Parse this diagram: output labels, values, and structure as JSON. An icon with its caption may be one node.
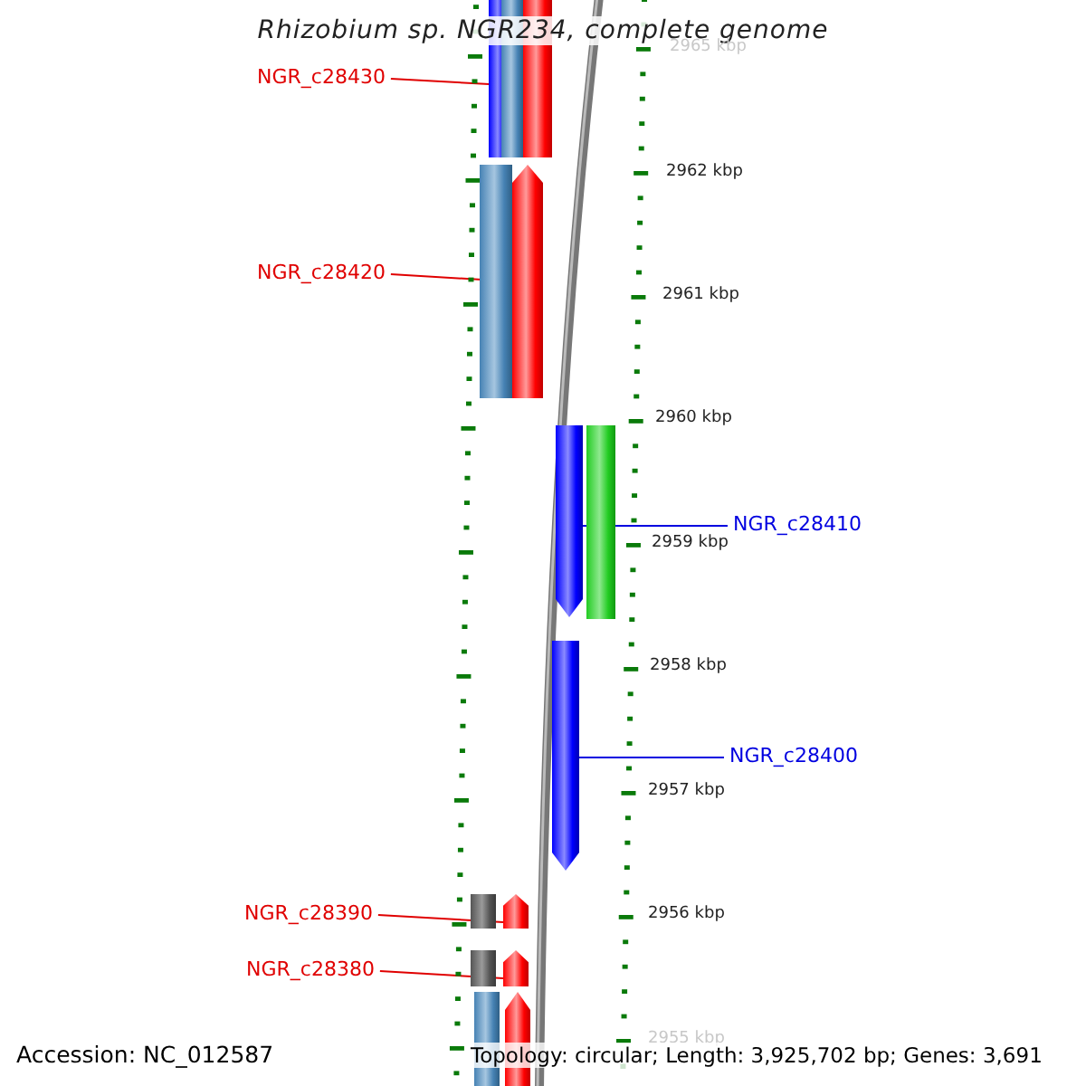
{
  "diagram": {
    "title": "Rhizobium sp. NGR234, complete genome",
    "nodes": [
      {
        "text": [
          "NGR_c28430"
        ]
      },
      {
        "text": [],
        "shape": "bar"
      },
      {
        "text": [
          "NGR_c28420"
        ]
      },
      {
        "text": [],
        "shape": "bar"
      },
      {
        "text": [
          "NGR_c28410"
        ]
      },
      {
        "text": [],
        "shape": "bar"
      },
      {
        "text": [
          "NGR_c28400"
        ]
      },
      {
        "text": [],
        "shape": "bar"
      },
      {
        "text": [
          "NGR_c28390"
        ]
      },
      {
        "text": [],
        "shape": "bar"
      },
      {
        "text": [
          "NGR_c28380"
        ]
      },
      {
        "text": [],
        "shape": "bar"
      }
    ],
    "edges": [
      {
        "from": 0,
        "to": 1,
        "arrow": "none"
      },
      {
        "from": 2,
        "to": 3,
        "arrow": "none"
      },
      {
        "from": 4,
        "to": 5,
        "arrow": "none",
        "color": "#0000e0"
      },
      {
        "from": 6,
        "to": 7,
        "arrow": "none",
        "color": "#0000e0"
      },
      {
        "from": 8,
        "to": 9,
        "arrow": "none"
      },
      {
        "from": 10,
        "to": 11,
        "arrow": "none"
      }
    ],
    "labels": [
      "2965 kbp",
      "2962 kbp",
      "2961 kbp",
      "2960 kbp",
      "2959 kbp",
      "2958 kbp",
      "2957 kbp",
      "2956 kbp",
      "2955 kbp",
      "Accession: NC_012587",
      "Topology: circular; Length: 3,925,702 bp; Genes: 3,691"
    ]
  }
}
